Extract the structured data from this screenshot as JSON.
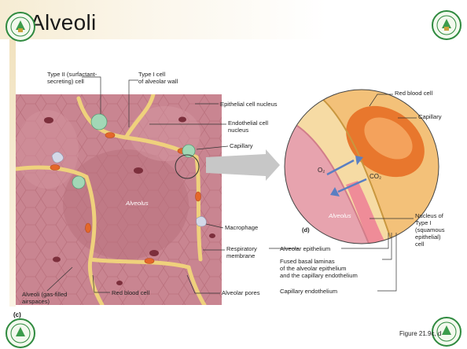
{
  "slide": {
    "title": "Alveoli",
    "figure_caption": "Figure 21.9c, d",
    "panel_label_c": "(c)",
    "panel_label_d": "(d)"
  },
  "labels_c": {
    "type2": "Type II (surfactant-\nsecreting) cell",
    "type1": "Type I cell\nof alveolar wall",
    "epithelial_nucleus": "Epithelial cell nucleus",
    "endothelial_nucleus": "Endothelial cell\nnucleus",
    "capillary": "Capillary",
    "alveolus": "Alveolus",
    "macrophage": "Macrophage",
    "respiratory_membrane": "Respiratory\nmembrane",
    "alveoli_airspaces": "Alveoli (gas-filled\nairspaces)",
    "red_blood_cell": "Red blood cell",
    "alveolar_pores": "Alveolar pores"
  },
  "labels_d": {
    "red_blood_cell": "Red blood cell",
    "capillary": "Capillary",
    "o2": "O₂",
    "co2": "CO₂",
    "alveolus": "Alveolus",
    "nucleus_type1": "Nucleus of\nType I\n(squamous\nepithelial)\ncell",
    "alveolar_epithelium": "Alveolar epithelium",
    "fused_basal": "Fused basal laminas\nof the alveolar epithelium\nand the capillary endothelium",
    "capillary_endothelium": "Capillary endothelium"
  },
  "colors": {
    "tissue": "#c9868f",
    "tissue_dark": "#a85c68",
    "capillary": "#efd07a",
    "rbc": "#e06a2b",
    "type2_cell": "#9fd4b5",
    "macrophage": "#cfd6e6",
    "arrow": "#bfbfbf",
    "alveolus_d": "#e6a2ad",
    "capillary_d": "#f4c27c"
  }
}
